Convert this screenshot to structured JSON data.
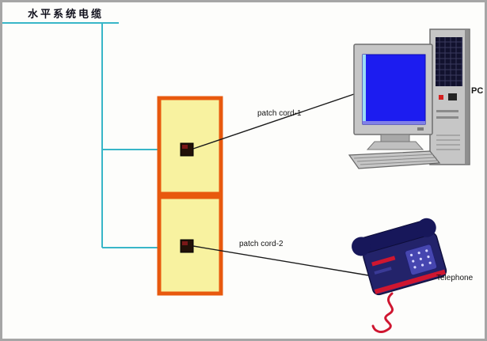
{
  "labels": {
    "horizontal_cable": "水平系统电缆",
    "patch_cord_1": "patch cord-1",
    "patch_cord_2": "patch cord-2",
    "pc": "PC",
    "telephone": "Telephone"
  },
  "colors": {
    "cable": "#38b6c8",
    "patch-line": "#1a1a1a",
    "outlet-fill": "#f8f2a0",
    "outlet-border": "#e8590e",
    "port": "#221108",
    "port-accent": "#7a1818",
    "screen": "#1c1cf0",
    "screen-edge": "#9adcf5",
    "chassis": "#c6c6c6",
    "chassis-dark": "#8f8f8f",
    "panel": "#12122e",
    "panel-grid": "#3a3a5e",
    "phone-body": "#23236a",
    "phone-dark": "#17175a",
    "phone-key": "#4646b0",
    "phone-cord": "#cf1630",
    "led": "#d42020"
  }
}
